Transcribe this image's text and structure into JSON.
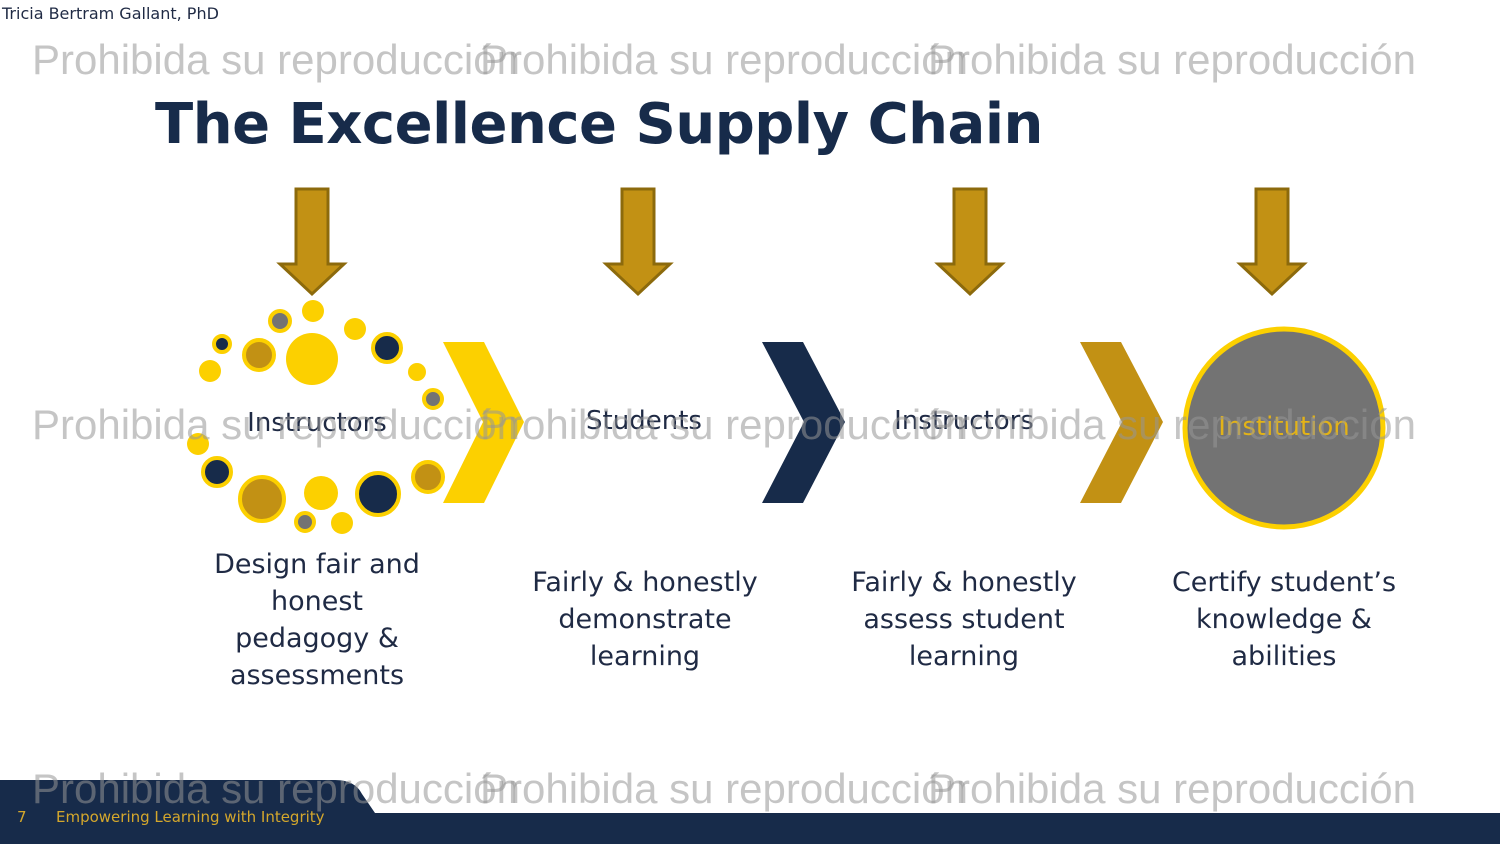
{
  "header": {
    "author": "Tricia Bertram Gallant, PhD",
    "title": "The Excellence Supply Chain"
  },
  "watermark": {
    "text": "Prohibida su reproducción"
  },
  "stages": [
    {
      "label": "Instructors",
      "description": "Design fair and\nhonest\npedagogy &\nassessments"
    },
    {
      "label": "Students",
      "description": "Fairly & honestly\ndemonstrate\nlearning"
    },
    {
      "label": "Instructors",
      "description": "Fairly & honestly\nassess student\nlearning"
    },
    {
      "label": "Institution",
      "description": "Certify student’s\nknowledge &\nabilities"
    }
  ],
  "footer": {
    "page_number": "7",
    "tagline": "Empowering Learning with Integrity"
  },
  "colors": {
    "navy": "#172b4a",
    "gold": "#c29114",
    "yellow": "#fcd000",
    "gray": "#737373"
  }
}
